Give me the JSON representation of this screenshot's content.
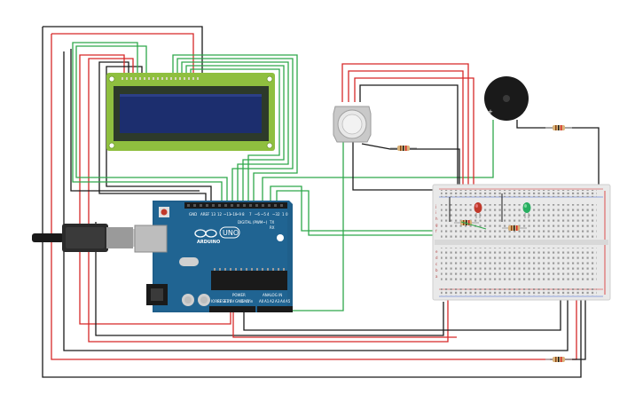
{
  "arduino": {
    "logo_text": "ARDUINO",
    "model": "UNO",
    "digital_label": "DIGITAL (PWM~)",
    "power_label": "POWER",
    "analog_label": "ANALOG IN",
    "tx_label": "TX",
    "rx_label": "RX",
    "aref_label": "AREF",
    "gnd_label": "GND",
    "digital_pins": [
      "13",
      "12",
      "~11",
      "~10",
      "~9",
      "8",
      "7",
      "~6",
      "~5",
      "4",
      "~3",
      "2",
      "1",
      "0"
    ],
    "power_pins": [
      "IOREF",
      "RESET",
      "3.3V",
      "5V",
      "GND",
      "GND",
      "Vin"
    ],
    "analog_pins": [
      "A0",
      "A1",
      "A2",
      "A3",
      "A4",
      "A5"
    ],
    "board_color": "#1f5f8b"
  },
  "lcd": {
    "screen_color": "#1c2e6e",
    "pcb_color": "#8fbf3f"
  },
  "breadboard": {
    "row_letters_top": [
      "j",
      "i",
      "h",
      "g",
      "f"
    ],
    "row_letters_bottom": [
      "e",
      "d",
      "c",
      "b",
      "a"
    ]
  },
  "wire_colors": {
    "red": "#d62828",
    "black": "#1a1a1a",
    "green": "#2ea84a"
  },
  "led_colors": {
    "red_led": "#c0392b",
    "green_led": "#27ae60"
  }
}
